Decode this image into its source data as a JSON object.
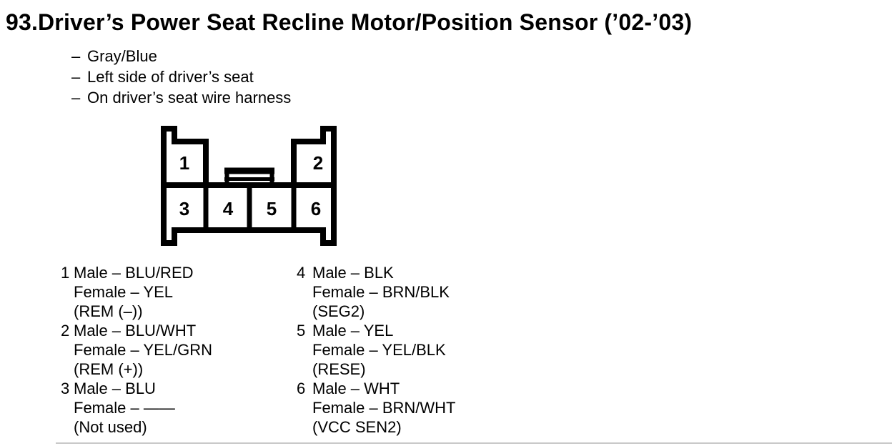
{
  "header": {
    "number": "93.",
    "title": "Driver’s Power Seat Recline Motor/Position Sensor (’02-’03)"
  },
  "notes": {
    "dash": "–",
    "items": [
      "Gray/Blue",
      "Left side of driver’s seat",
      "On driver’s seat wire harness"
    ]
  },
  "connector": {
    "name": "six-cavity-connector-face-view",
    "cavities": [
      "1",
      "2",
      "3",
      "4",
      "5",
      "6"
    ]
  },
  "pin_columns": {
    "left": [
      {
        "number": "1",
        "lines": [
          "Male – BLU/RED",
          "Female – YEL",
          "(REM (–))"
        ]
      },
      {
        "number": "2",
        "lines": [
          "Male – BLU/WHT",
          "Female – YEL/GRN",
          "(REM (+))"
        ]
      },
      {
        "number": "3",
        "lines": [
          "Male – BLU",
          "Female – ——",
          "(Not used)"
        ]
      }
    ],
    "right": [
      {
        "number": "4",
        "lines": [
          "Male – BLK",
          "Female – BRN/BLK",
          "(SEG2)"
        ]
      },
      {
        "number": "5",
        "lines": [
          "Male – YEL",
          "Female – YEL/BLK",
          "(RESE)"
        ]
      },
      {
        "number": "6",
        "lines": [
          "Male – WHT",
          "Female – BRN/WHT",
          "(VCC SEN2)"
        ]
      }
    ]
  },
  "colors": {
    "ink": "#000000",
    "page": "#ffffff",
    "rule": "#c9c9c9"
  }
}
